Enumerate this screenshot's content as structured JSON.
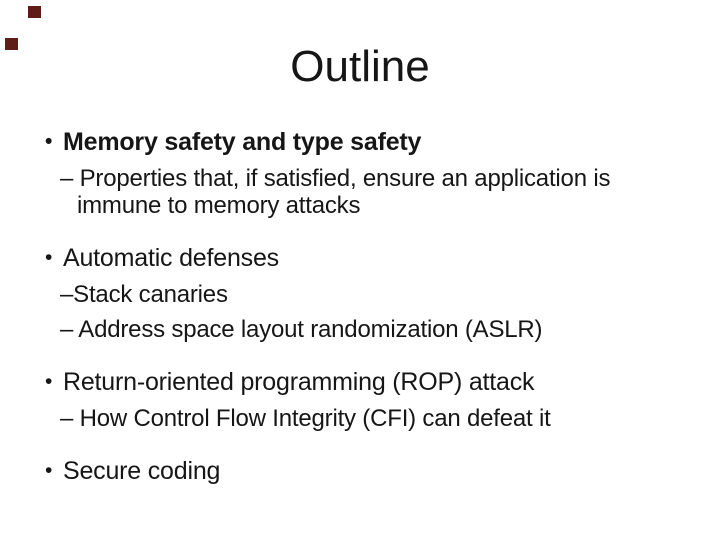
{
  "slide": {
    "title": "Outline",
    "bullet_glyph": "•",
    "colors": {
      "background": "#ffffff",
      "text": "#161616",
      "accent_square": "#5e1d16"
    },
    "items": [
      {
        "label": "Memory safety and type safety",
        "bold": true,
        "subs": [
          [
            "– Properties that, if satisfied, ensure an application is",
            "immune to memory attacks"
          ]
        ]
      },
      {
        "label": "Automatic defenses",
        "bold": false,
        "subs": [
          [
            "–Stack canaries"
          ],
          [
            "– Address space layout randomization (ASLR)"
          ]
        ]
      },
      {
        "label": "Return-oriented programming (ROP) attack",
        "bold": false,
        "subs": [
          [
            "– How Control Flow Integrity (CFI) can defeat it"
          ]
        ]
      },
      {
        "label": "Secure coding",
        "bold": false,
        "subs": []
      }
    ]
  }
}
